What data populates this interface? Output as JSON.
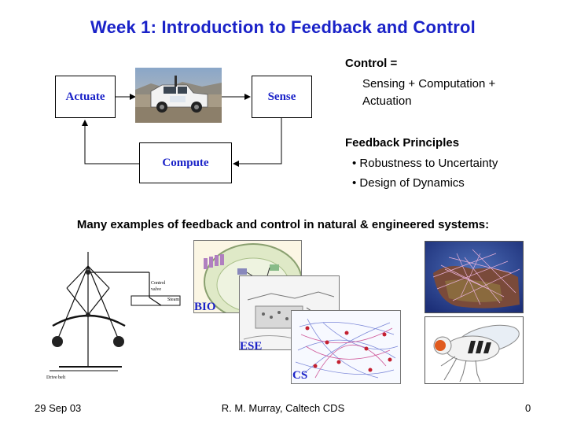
{
  "title": "Week 1: Introduction to Feedback and Control",
  "diagram": {
    "actuate": "Actuate",
    "sense": "Sense",
    "compute": "Compute"
  },
  "control": {
    "heading": "Control =",
    "line1": "Sensing + Computation +",
    "line2": "Actuation"
  },
  "feedback": {
    "heading": "Feedback Principles",
    "bullets": [
      "Robustness to Uncertainty",
      "Design of Dynamics"
    ]
  },
  "caption": "Many examples of feedback and control in natural & engineered systems:",
  "governor": {
    "control_label_1": "Control",
    "control_label_2": "valve",
    "steam": "Steam",
    "drive_belt": "Drive belt"
  },
  "panels": {
    "bio": "BIO",
    "ese": "ESE",
    "cs": "CS"
  },
  "footer": {
    "date": "29 Sep 03",
    "author": "R. M. Murray, Caltech CDS",
    "page": "0"
  },
  "colors": {
    "title_blue": "#1a22c8",
    "tag_blue": "#1a22c8"
  }
}
